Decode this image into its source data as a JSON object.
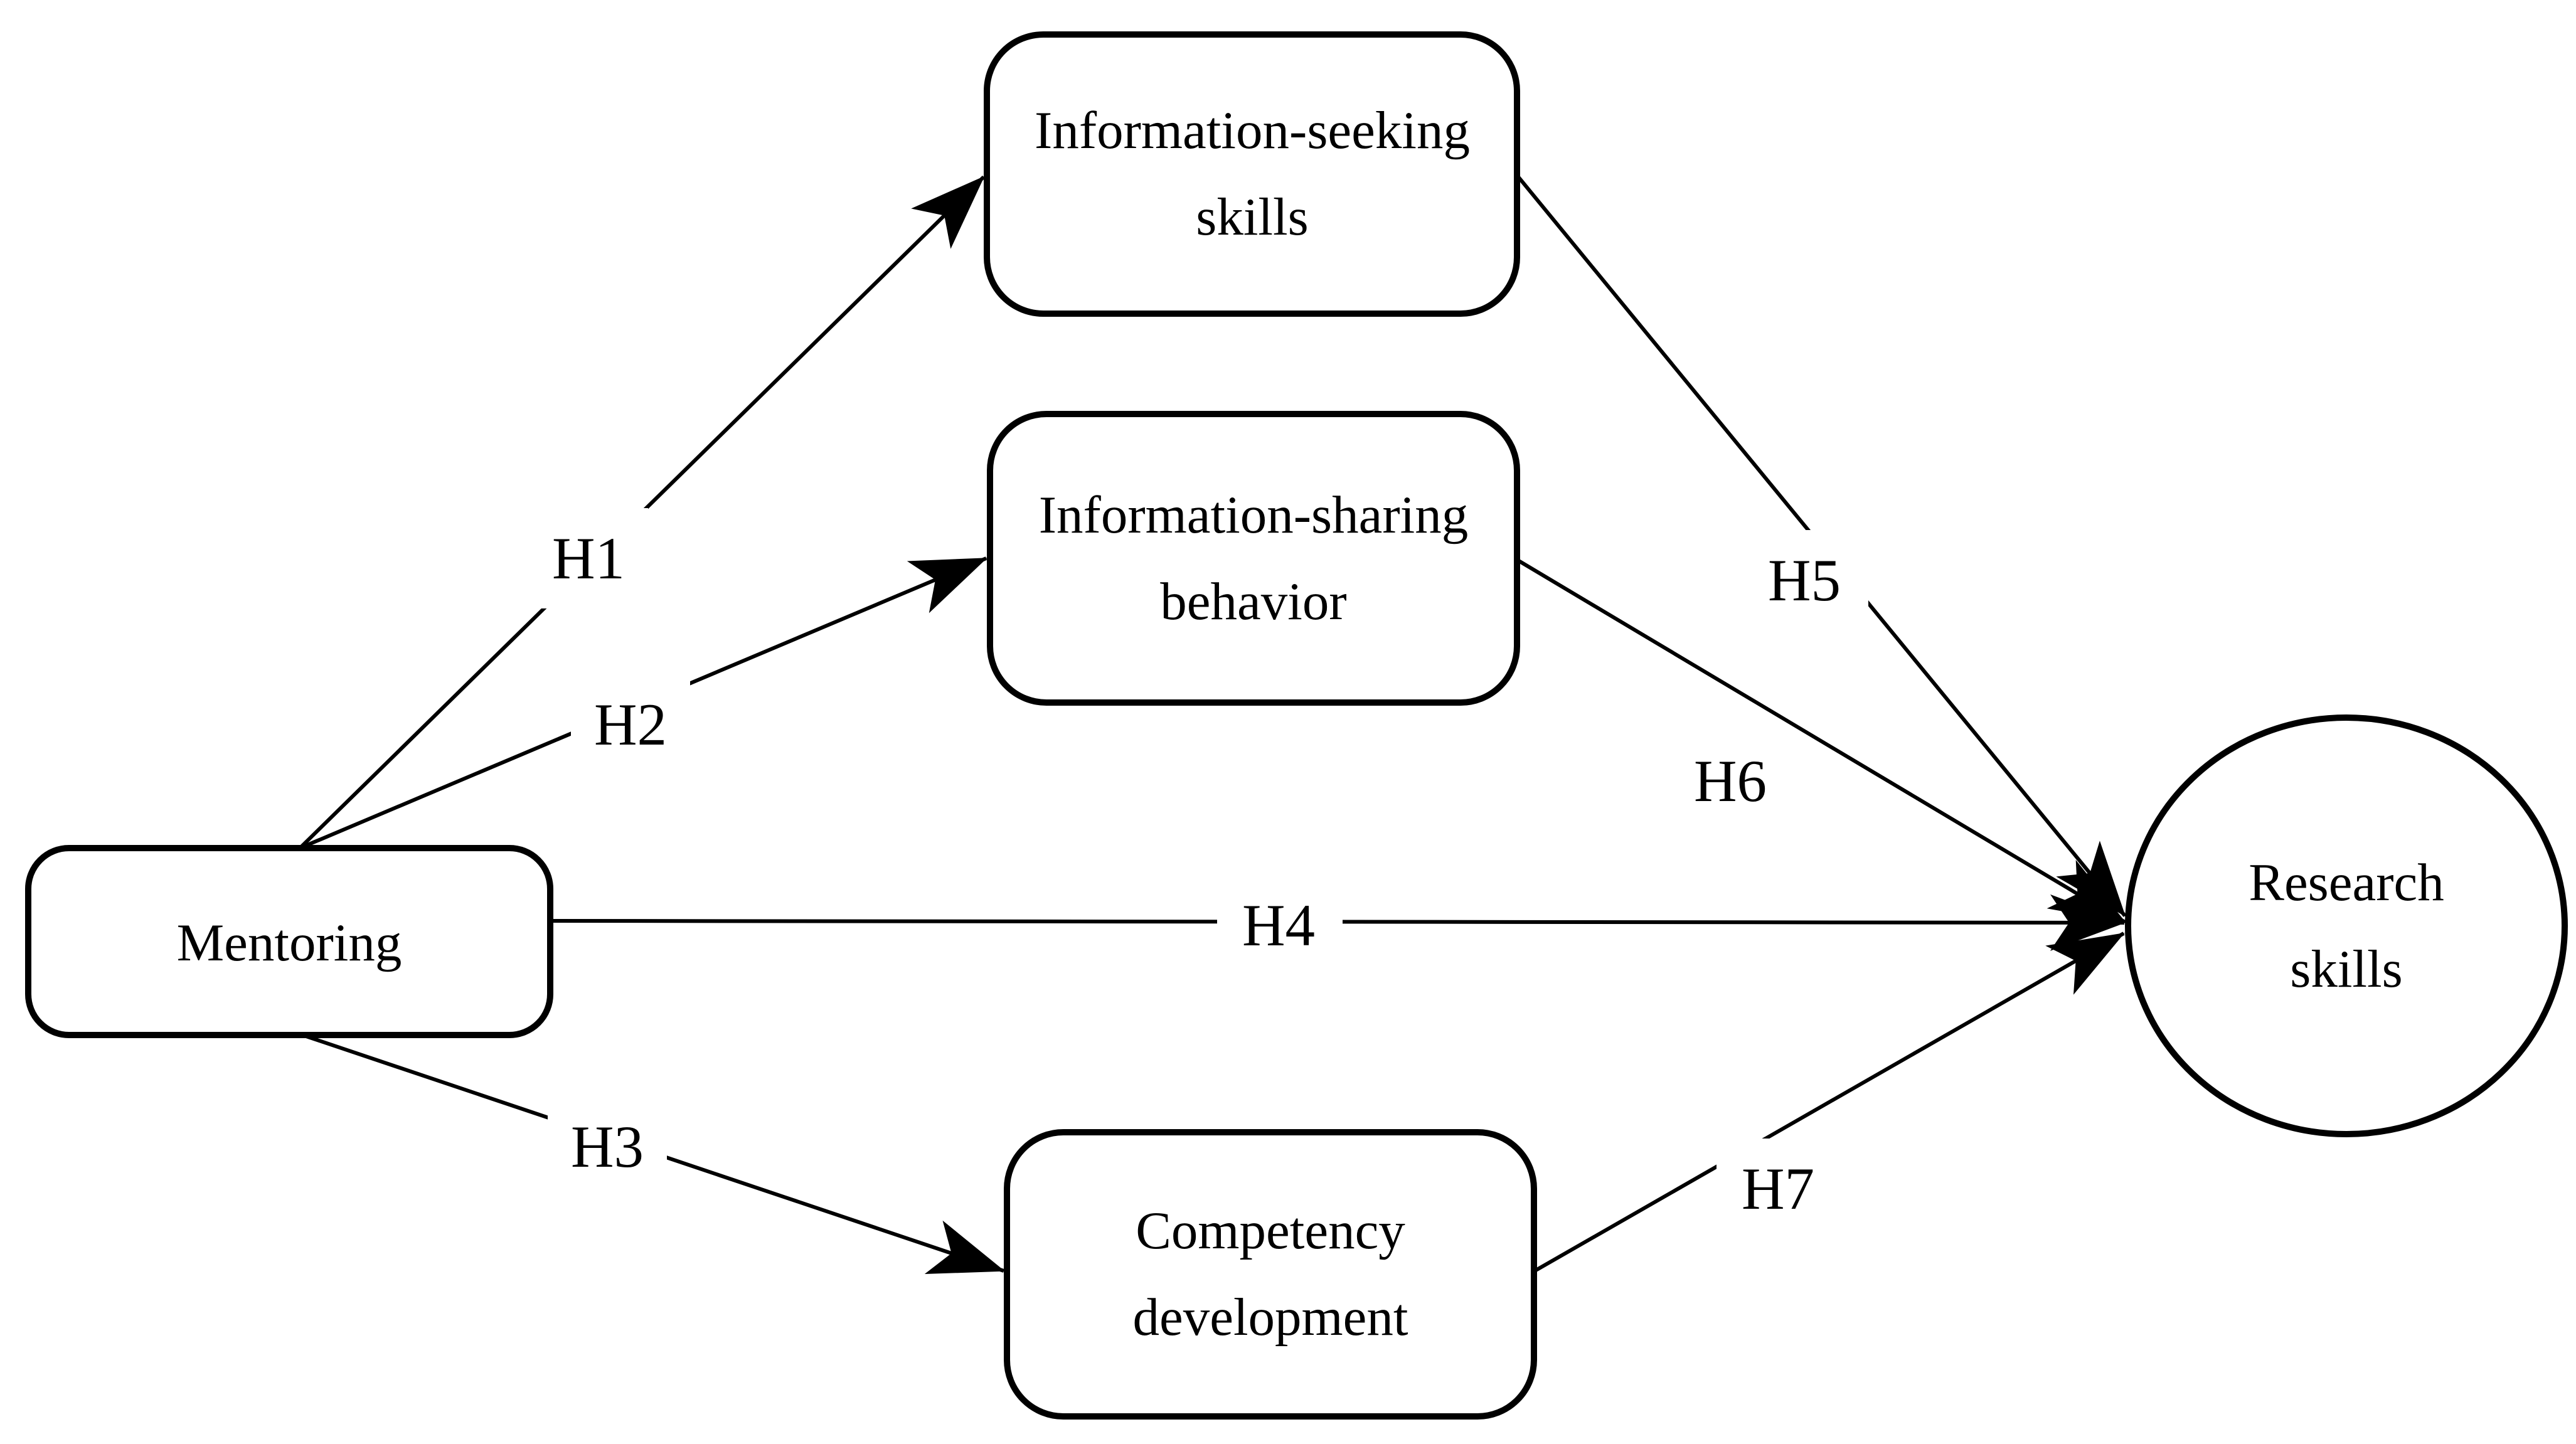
{
  "diagram": {
    "colors": {
      "ink": "#000000",
      "paper": "#ffffff"
    },
    "nodes": {
      "mentoring": {
        "label": "Mentoring"
      },
      "info_seeking": {
        "line1": "Information-seeking",
        "line2": "skills"
      },
      "info_sharing": {
        "line1": "Information-sharing",
        "line2": "behavior"
      },
      "competency": {
        "line1": "Competency",
        "line2": "development"
      },
      "research": {
        "line1": "Research",
        "line2": "skills"
      }
    },
    "paths": [
      {
        "label": "H1",
        "from": "Mentoring",
        "to": "Information-seeking skills"
      },
      {
        "label": "H2",
        "from": "Mentoring",
        "to": "Information-sharing behavior"
      },
      {
        "label": "H3",
        "from": "Mentoring",
        "to": "Competency development"
      },
      {
        "label": "H4",
        "from": "Mentoring",
        "to": "Research skills"
      },
      {
        "label": "H5",
        "from": "Information-seeking skills",
        "to": "Research skills"
      },
      {
        "label": "H6",
        "from": "Information-sharing behavior",
        "to": "Research skills"
      },
      {
        "label": "H7",
        "from": "Competency development",
        "to": "Research skills"
      }
    ]
  }
}
